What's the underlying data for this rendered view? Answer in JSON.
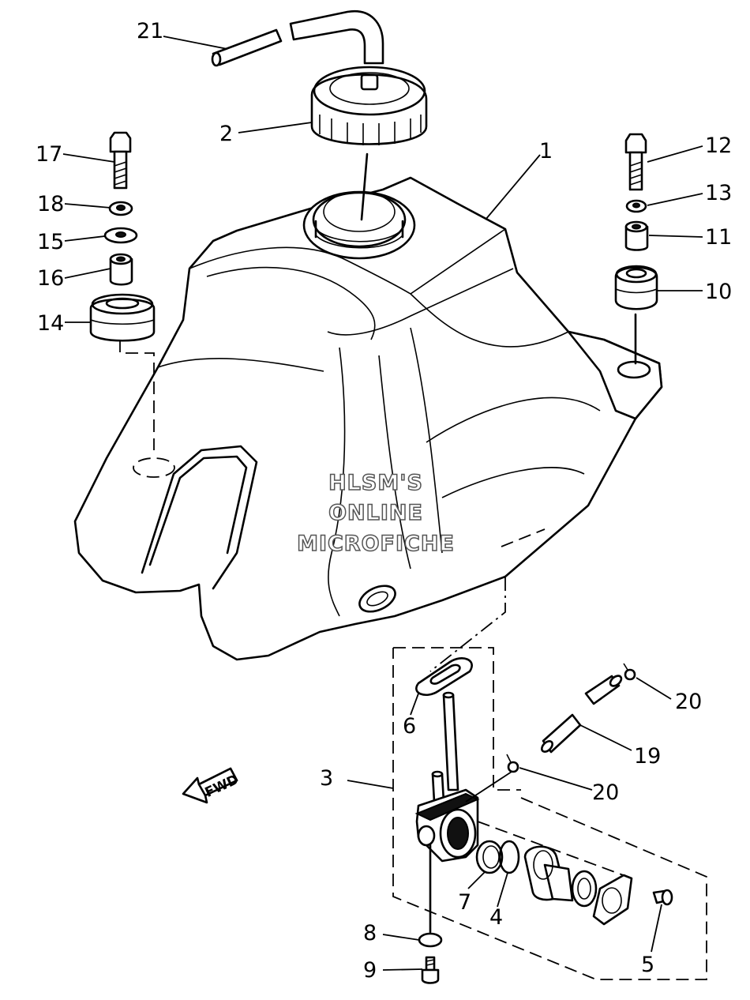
{
  "callouts": {
    "c1": "1",
    "c2": "2",
    "c3": "3",
    "c4": "4",
    "c5": "5",
    "c6": "6",
    "c7": "7",
    "c8": "8",
    "c9": "9",
    "c10": "10",
    "c11": "11",
    "c12": "12",
    "c13": "13",
    "c14": "14",
    "c15": "15",
    "c16": "16",
    "c17": "17",
    "c18": "18",
    "c19": "19",
    "c20a": "20",
    "c20b": "20",
    "c21": "21"
  },
  "direction_label": "FWD",
  "watermark": {
    "line1": "HLSM'S",
    "line2": "ONLINE",
    "line3": "MICROFICHE"
  }
}
